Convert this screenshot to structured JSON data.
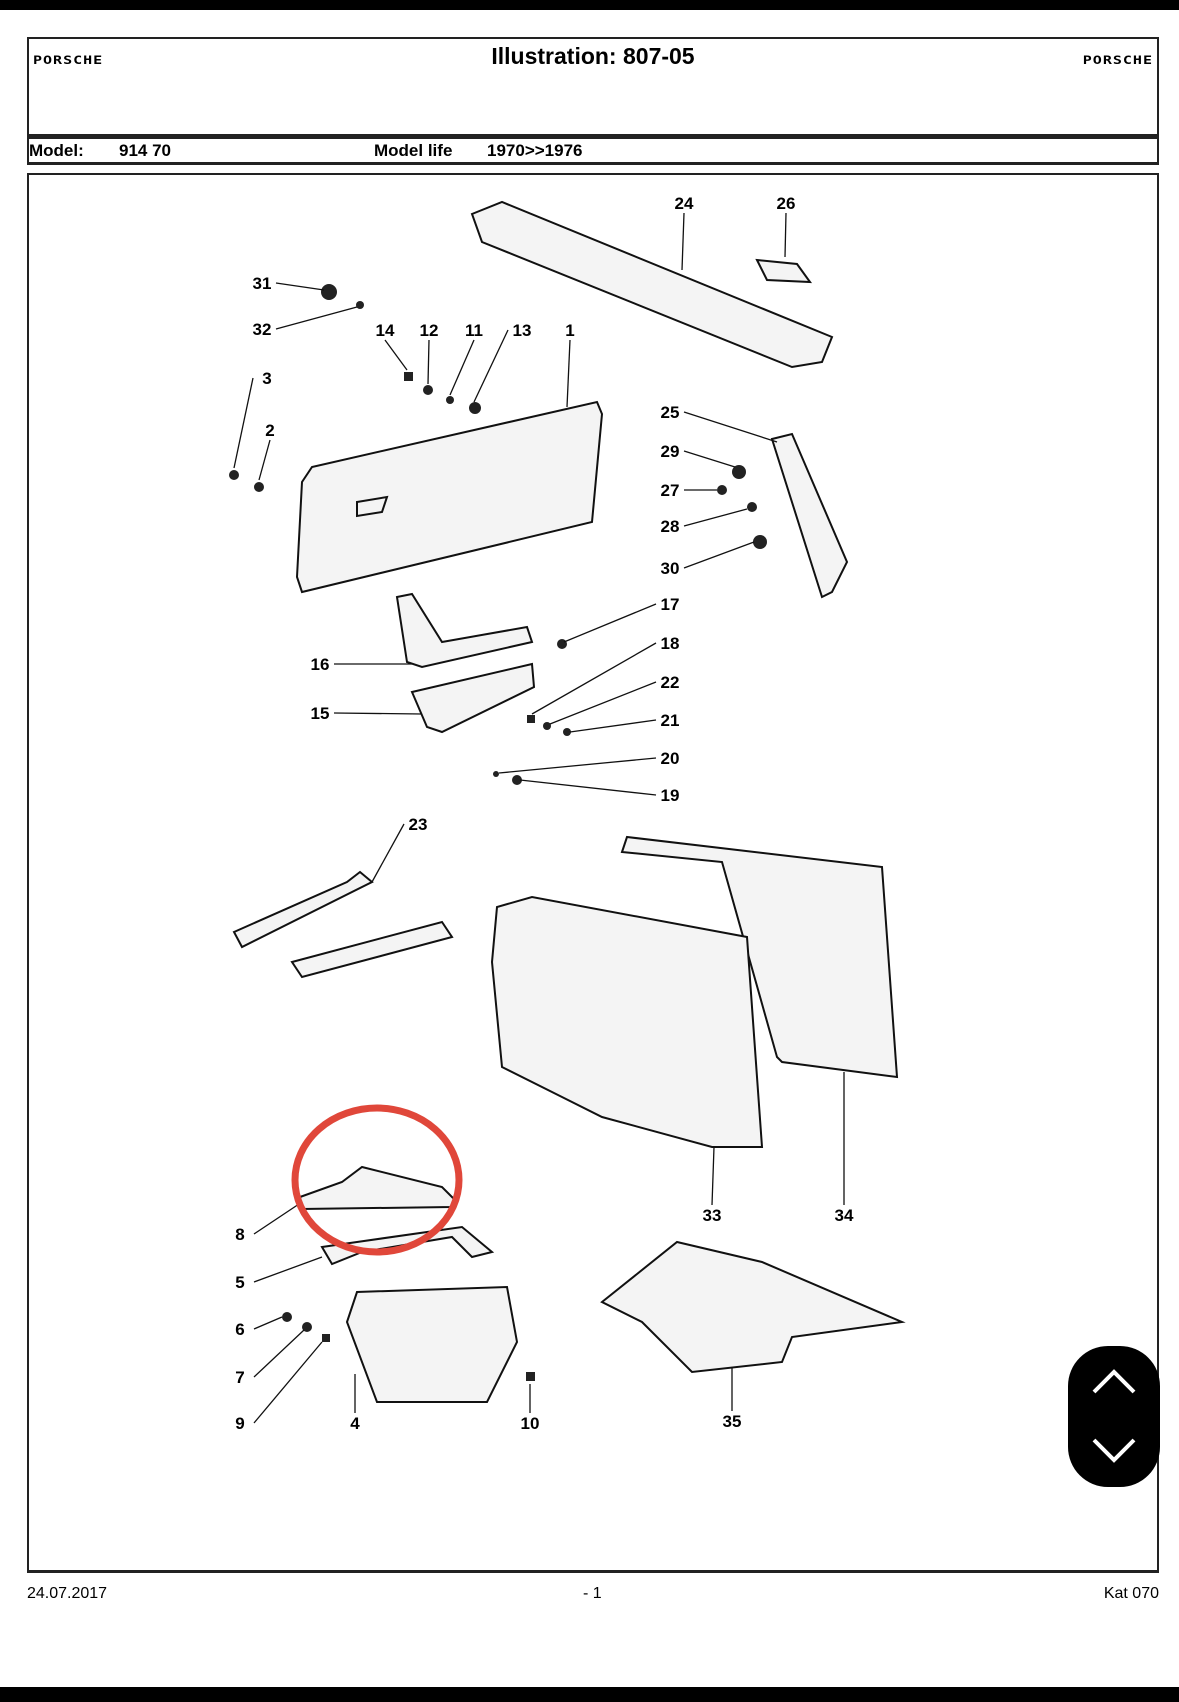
{
  "header": {
    "logo_left": "PORSCHE",
    "title": "Illustration: 807-05",
    "logo_right": "PORSCHE"
  },
  "model": {
    "model_label": "Model:",
    "model_value": "914 70",
    "life_label": "Model life",
    "life_value": "1970>>1976"
  },
  "callouts": [
    "24",
    "26",
    "31",
    "32",
    "14",
    "12",
    "11",
    "13",
    "1",
    "3",
    "2",
    "25",
    "29",
    "27",
    "28",
    "30",
    "17",
    "18",
    "22",
    "16",
    "21",
    "15",
    "20",
    "19",
    "23",
    "33",
    "34",
    "8",
    "5",
    "6",
    "7",
    "9",
    "4",
    "10",
    "35"
  ],
  "highlight_color": "#e0473a",
  "footer": {
    "date": "24.07.2017",
    "page": "- 1",
    "catalog": "Kat 070"
  },
  "nav": {
    "up_icon": "chevron-up-icon",
    "down_icon": "chevron-down-icon"
  }
}
